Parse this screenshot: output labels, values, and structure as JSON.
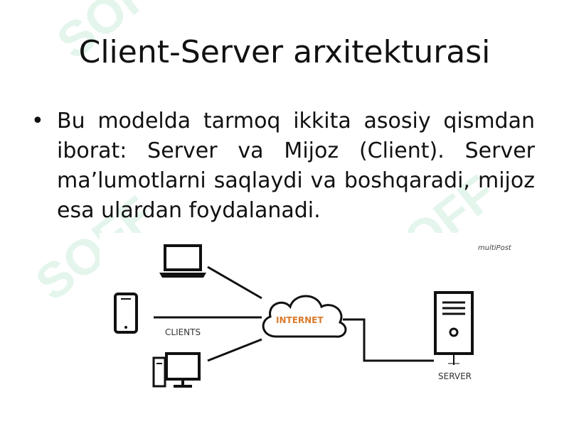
{
  "slide": {
    "title": "Client-Server arxitekturasi",
    "bullet_text": "Bu modelda tarmoq ikkita asosiy qismdan iborat: Server va Mijoz (Client). Server ma’lumotlarni saqlaydi va boshqaradi, mijoz esa ulardan foydalanadi."
  },
  "diagram": {
    "clients_label": "CLIENTS",
    "internet_label": "INTERNET",
    "server_label": "SERVER",
    "brand_logo": "multiPost"
  },
  "watermark": {
    "text": "SOFF",
    "color": "#cfeedd"
  },
  "colors": {
    "accent_orange": "#d97a2b",
    "line": "#111111"
  }
}
